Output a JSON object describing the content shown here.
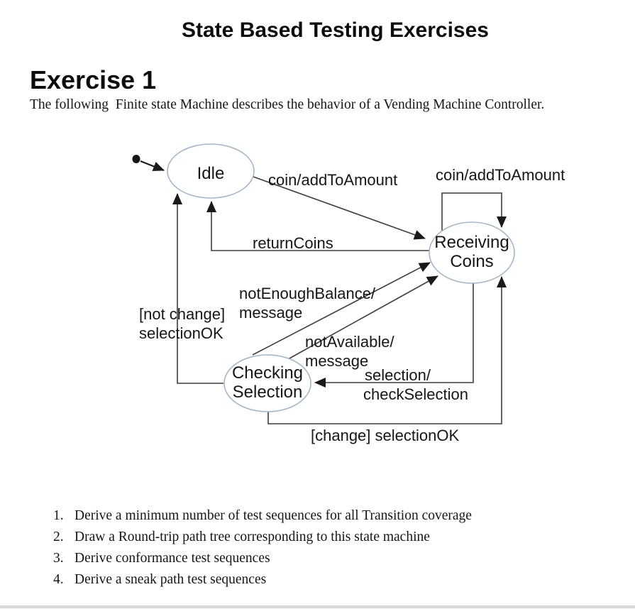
{
  "page": {
    "title": "State Based Testing Exercises",
    "section_heading": "Exercise 1",
    "intro": "The following  Finite state Machine describes the behavior of a Vending Machine Controller."
  },
  "diagram": {
    "states": {
      "idle": "Idle",
      "receiving_line1": "Receiving",
      "receiving_line2": "Coins",
      "checking_line1": "Checking",
      "checking_line2": "Selection"
    },
    "transitions": {
      "coin_idle_to_receiving": "coin/addToAmount",
      "coin_self_loop": "coin/addToAmount",
      "return_coins": "returnCoins",
      "not_enough_line1": "notEnoughBalance/",
      "not_enough_line2": "message",
      "not_change_line1": "[not change]",
      "not_change_line2": "selectionOK",
      "not_available_line1": "notAvailable/",
      "not_available_line2": "message",
      "selection_line1": "selection/",
      "selection_line2": "checkSelection",
      "change_selection_ok": "[change] selectionOK"
    }
  },
  "tasks": {
    "items": [
      {
        "num": "1.",
        "text": "Derive a minimum number of test sequences for all Transition coverage"
      },
      {
        "num": "2.",
        "text": "Draw a Round-trip path tree corresponding to this state machine"
      },
      {
        "num": "3.",
        "text": "Derive conformance test sequences"
      },
      {
        "num": "4.",
        "text": "Derive a sneak path test sequences"
      }
    ]
  }
}
